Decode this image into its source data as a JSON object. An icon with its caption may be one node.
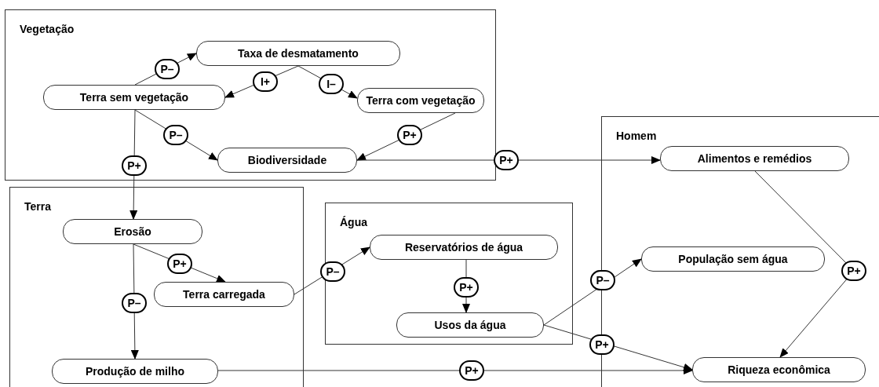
{
  "diagram": {
    "nodes": [
      {
        "text": [
          "Vegetação"
        ]
      },
      {
        "text": [
          "Terra"
        ]
      },
      {
        "text": [
          "Água"
        ]
      },
      {
        "text": [
          "Homem"
        ]
      },
      {
        "text": [
          "Taxa de desmatamento"
        ],
        "in": 0
      },
      {
        "text": [
          "Terra sem vegetação"
        ],
        "in": 0
      },
      {
        "text": [
          "Terra com vegetação"
        ],
        "in": 0
      },
      {
        "text": [
          "Biodiversidade"
        ],
        "in": 0
      },
      {
        "text": [
          "Erosão"
        ],
        "in": 1
      },
      {
        "text": [
          "Terra carregada"
        ],
        "in": 1
      },
      {
        "text": [
          "Produção de milho"
        ],
        "in": 1
      },
      {
        "text": [
          "Reservatórios de água"
        ],
        "in": 2
      },
      {
        "text": [
          "Usos da água"
        ],
        "in": 2
      },
      {
        "text": [
          "Alimentos e remédios"
        ],
        "in": 3
      },
      {
        "text": [
          "População sem água"
        ],
        "in": 3
      },
      {
        "text": [
          "Riqueza econômica"
        ],
        "in": 3
      }
    ],
    "edges": [
      {
        "from": 5,
        "to": 4,
        "arrow": "to",
        "label": "P–"
      },
      {
        "from": 4,
        "to": 5,
        "arrow": "to",
        "label": "I+"
      },
      {
        "from": 4,
        "to": 6,
        "arrow": "to",
        "label": "I–"
      },
      {
        "from": 5,
        "to": 7,
        "arrow": "to",
        "label": "P–"
      },
      {
        "from": 6,
        "to": 7,
        "arrow": "to",
        "label": "P+"
      },
      {
        "from": 5,
        "to": 8,
        "arrow": "to",
        "label": "P+"
      },
      {
        "from": 7,
        "to": 13,
        "arrow": "to",
        "label": "P+"
      },
      {
        "from": 8,
        "to": 9,
        "arrow": "to",
        "label": "P+"
      },
      {
        "from": 8,
        "to": 10,
        "arrow": "to",
        "label": "P–"
      },
      {
        "from": 9,
        "to": 11,
        "arrow": "to",
        "label": "P–"
      },
      {
        "from": 11,
        "to": 12,
        "arrow": "to",
        "label": "P+"
      },
      {
        "from": 12,
        "to": 14,
        "arrow": "to",
        "label": "P–"
      },
      {
        "from": 12,
        "to": 15,
        "arrow": "to",
        "label": "P+"
      },
      {
        "from": 10,
        "to": 15,
        "arrow": "to",
        "label": "P+"
      },
      {
        "from": 13,
        "to": 15,
        "arrow": "to",
        "label": "P+"
      }
    ]
  }
}
